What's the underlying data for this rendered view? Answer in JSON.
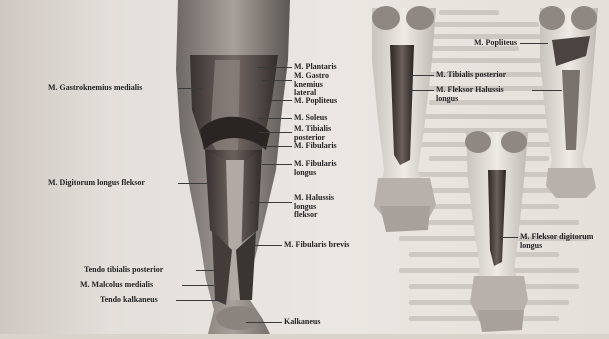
{
  "labels": {
    "plantaris": "M. Plantaris",
    "gastro_lateral": "M. Gastro\nknemius\nlateral",
    "gastro_medialis": "M. Gastroknemius medialis",
    "popliteus_left": "M. Popliteus",
    "soleus": "M. Soleus",
    "tibialis_posterior_left": "M. Tibialis\nposterior",
    "fibularis": "M. Fibularis",
    "fibularis_longus": "M. Fibularis\nlongus",
    "digitorum_longus": "M. Digitorum longus fleksor",
    "halussis_longus": "M. Halussis\nlongus\nfleksor",
    "fibularis_brevis": "M. Fibularis brevis",
    "tendo_tibialis": "Tendo tibialis posterior",
    "malcolus": "M. Malcolus medialis",
    "tendo_kalkaneus": "Tendo kalkaneus",
    "kalkaneus": "Kalkaneus",
    "popliteus_right": "M. Popliteus",
    "tibialis_posterior_mid": "M. Tibialis posterior",
    "fleksor_halussis": "M. Fleksor Halussis\nlongus",
    "fleksor_digitorum": "M. Fleksor digitorum\nlongus"
  }
}
